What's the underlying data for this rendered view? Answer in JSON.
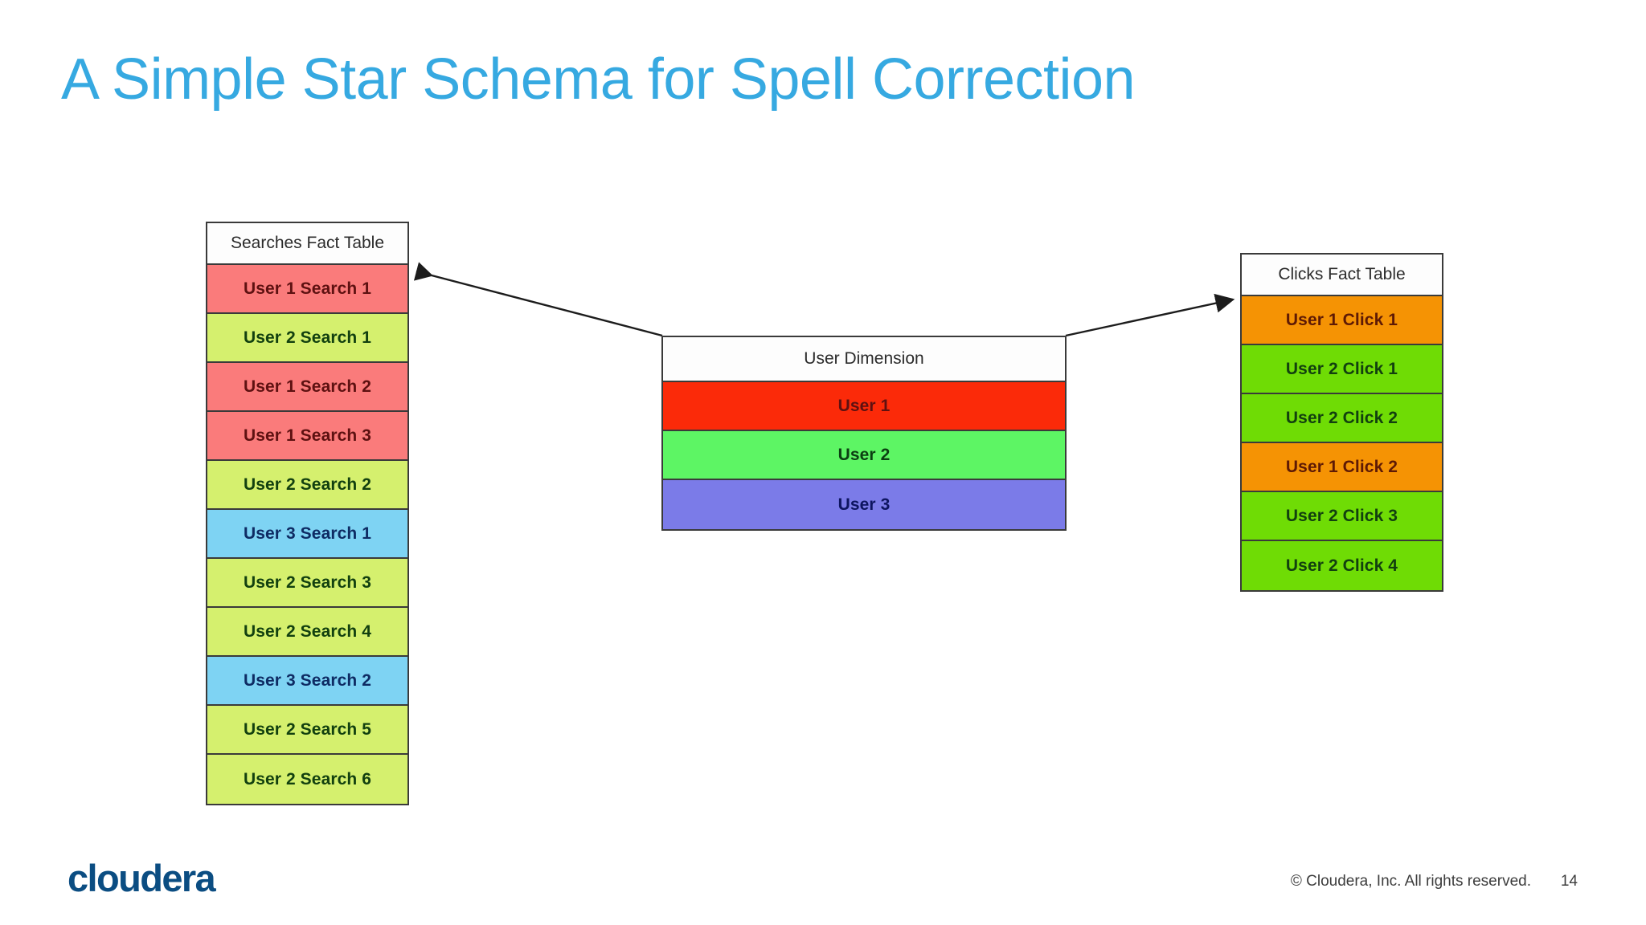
{
  "slide": {
    "title": "A Simple Star Schema for Spell Correction",
    "title_color": "#36A9E1",
    "background": "#FFFFFF"
  },
  "diagram": {
    "type": "star-schema",
    "searches_fact_table": {
      "header": "Searches Fact Table",
      "rows": [
        {
          "label": "User 1 Search 1",
          "color": "#FA7B7B",
          "text_color": "#5E1111",
          "user": "User 1"
        },
        {
          "label": "User 2 Search 1",
          "color": "#D5F06E",
          "text_color": "#12400F",
          "user": "User 2"
        },
        {
          "label": "User 1 Search 2",
          "color": "#FA7B7B",
          "text_color": "#5E1111",
          "user": "User 1"
        },
        {
          "label": "User 1 Search 3",
          "color": "#FA7B7B",
          "text_color": "#5E1111",
          "user": "User 1"
        },
        {
          "label": "User 2 Search 2",
          "color": "#D5F06E",
          "text_color": "#12400F",
          "user": "User 2"
        },
        {
          "label": "User 3 Search 1",
          "color": "#7ED3F3",
          "text_color": "#0E2B63",
          "user": "User 3"
        },
        {
          "label": "User 2 Search 3",
          "color": "#D5F06E",
          "text_color": "#12400F",
          "user": "User 2"
        },
        {
          "label": "User 2 Search 4",
          "color": "#D5F06E",
          "text_color": "#12400F",
          "user": "User 2"
        },
        {
          "label": "User 3 Search 2",
          "color": "#7ED3F3",
          "text_color": "#0E2B63",
          "user": "User 3"
        },
        {
          "label": "User 2 Search 5",
          "color": "#D5F06E",
          "text_color": "#12400F",
          "user": "User 2"
        },
        {
          "label": "User 2 Search 6",
          "color": "#D5F06E",
          "text_color": "#12400F",
          "user": "User 2"
        }
      ]
    },
    "user_dimension_table": {
      "header": "User Dimension",
      "rows": [
        {
          "label": "User 1",
          "color": "#FB2A09",
          "text_color": "#5E1111"
        },
        {
          "label": "User 2",
          "color": "#5DF564",
          "text_color": "#0C3F12"
        },
        {
          "label": "User 3",
          "color": "#7B7BE8",
          "text_color": "#0E1560"
        }
      ]
    },
    "clicks_fact_table": {
      "header": "Clicks Fact Table",
      "rows": [
        {
          "label": "User 1 Click 1",
          "color": "#F59304",
          "text_color": "#5E1A05",
          "user": "User 1"
        },
        {
          "label": "User 2 Click 1",
          "color": "#6FDC05",
          "text_color": "#12400F",
          "user": "User 2"
        },
        {
          "label": "User 2 Click 2",
          "color": "#6FDC05",
          "text_color": "#12400F",
          "user": "User 2"
        },
        {
          "label": "User 1 Click 2",
          "color": "#F59304",
          "text_color": "#5E1A05",
          "user": "User 1"
        },
        {
          "label": "User 2 Click 3",
          "color": "#6FDC05",
          "text_color": "#12400F",
          "user": "User 2"
        },
        {
          "label": "User 2 Click 4",
          "color": "#6FDC05",
          "text_color": "#12400F",
          "user": "User 2"
        }
      ]
    },
    "connectors": [
      {
        "name": "user-dimension-to-searches",
        "from": "User Dimension",
        "to": "Searches Fact Table",
        "direction": "left"
      },
      {
        "name": "user-dimension-to-clicks",
        "from": "User Dimension",
        "to": "Clicks Fact Table",
        "direction": "right"
      }
    ]
  },
  "footer": {
    "logo": "cloudera",
    "logo_color": "#0B4D82",
    "copyright": "© Cloudera, Inc. All rights reserved.",
    "page_number": "14"
  }
}
